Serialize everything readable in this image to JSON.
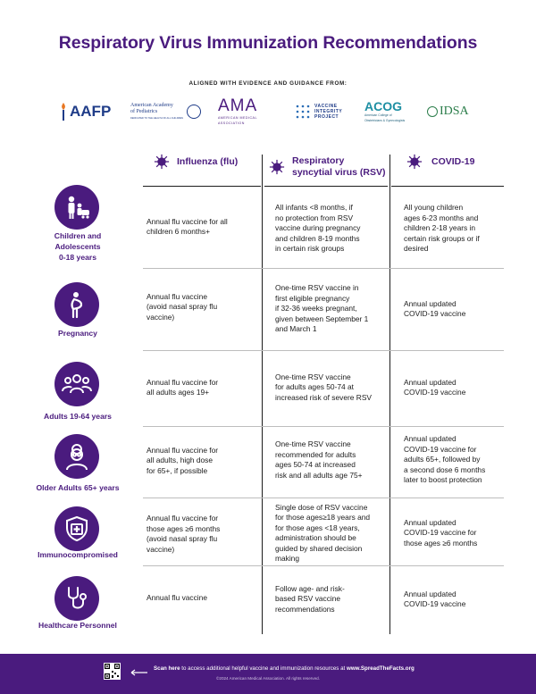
{
  "title": "Respiratory Virus Immunization Recommendations",
  "aligned_text": "ALIGNED WITH EVIDENCE AND GUIDANCE FROM:",
  "logos": {
    "aafp": "AAFP",
    "aap_line1": "American Academy",
    "aap_line2": "of Pediatrics",
    "aap_tagline": "DEDICATED TO THE HEALTH OF ALL CHILDREN",
    "ama": "AMA",
    "ama_sub1": "AMERICAN MEDICAL",
    "ama_sub2": "ASSOCIATION",
    "vip_1": "VACCINE",
    "vip_2": "INTEGRITY",
    "vip_3": "PROJECT",
    "acog": "ACOG",
    "acog_sub1": "American College of",
    "acog_sub2": "Obstetricians & Gynecologists",
    "idsa": "IDSA"
  },
  "columns": {
    "flu": "Influenza (flu)",
    "rsv_1": "Respiratory",
    "rsv_2": "syncytial virus (RSV)",
    "covid": "COVID-19"
  },
  "rows": [
    {
      "label": [
        "Children and",
        "Adolescents",
        "0-18 years"
      ],
      "icon": "family-icon",
      "flu": [
        "Annual flu vaccine for all",
        "children 6 months+"
      ],
      "rsv": [
        "All infants <8 months, if",
        "no protection from RSV",
        "vaccine during pregnancy",
        "and children 8-19 months",
        "in certain risk groups"
      ],
      "covid": [
        "All young children",
        "ages 6-23 months and",
        "children 2-18 years in",
        "certain risk groups or if",
        "desired"
      ]
    },
    {
      "label": [
        "Pregnancy"
      ],
      "icon": "pregnant-woman-icon",
      "flu": [
        "Annual flu vaccine",
        "(avoid nasal spray flu",
        "vaccine)"
      ],
      "rsv": [
        "One-time RSV vaccine in",
        "first eligible pregnancy",
        "if 32-36 weeks pregnant,",
        "given between September 1",
        "and March 1"
      ],
      "covid": [
        "Annual updated",
        "COVID-19 vaccine"
      ]
    },
    {
      "label": [
        "Adults 19-64 years"
      ],
      "icon": "adults-group-icon",
      "flu": [
        "Annual flu vaccine for",
        "all adults ages 19+"
      ],
      "rsv": [
        "One-time RSV vaccine",
        "for adults ages 50-74 at",
        "increased risk of severe RSV"
      ],
      "covid": [
        "Annual updated",
        "COVID-19 vaccine"
      ]
    },
    {
      "label": [
        "Older Adults 65+ years"
      ],
      "icon": "older-adult-icon",
      "flu": [
        "Annual flu vaccine for",
        "all adults, high dose",
        "for 65+, if possible"
      ],
      "rsv": [
        "One-time RSV vaccine",
        "recommended for adults",
        "ages 50-74 at increased",
        "risk and all adults age 75+"
      ],
      "covid": [
        "Annual updated",
        "COVID-19 vaccine for",
        "adults 65+, followed by",
        "a second dose 6 months",
        "later to boost protection"
      ]
    },
    {
      "label": [
        "Immunocompromised"
      ],
      "icon": "shield-medical-icon",
      "flu": [
        "Annual flu vaccine for",
        "those ages ≥6 months",
        "(avoid nasal spray flu",
        "vaccine)"
      ],
      "rsv": [
        "Single dose of RSV vaccine",
        "for those ages≥18 years and",
        "for those ages <18 years,",
        "administration should be",
        "guided by shared decision",
        "making"
      ],
      "covid": [
        "Annual updated",
        "COVID-19 vaccine for",
        "those ages ≥6 months"
      ]
    },
    {
      "label": [
        "Healthcare Personnel"
      ],
      "icon": "stethoscope-icon",
      "flu": [
        "Annual flu vaccine"
      ],
      "rsv": [
        "Follow age- and risk-",
        "based RSV vaccine",
        "recommendations"
      ],
      "covid": [
        "Annual updated",
        "COVID-19 vaccine"
      ]
    }
  ],
  "footer": {
    "scan_bold": "Scan here",
    "scan_text": " to access additional helpful vaccine and immunization resources at ",
    "url": "www.SpreadTheFacts.org",
    "copyright": "©2024 American Medical Association. All rights reserved."
  },
  "colors": {
    "brand_purple": "#4a1b7e",
    "footer_purple": "#4a1b7e"
  }
}
